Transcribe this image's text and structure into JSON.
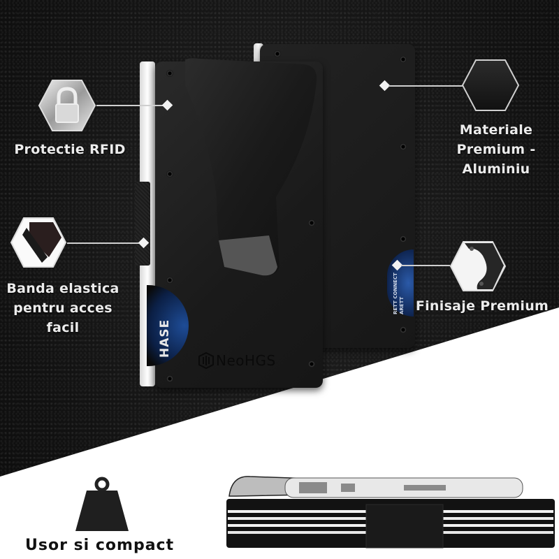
{
  "features": {
    "rfid": {
      "label": "Protectie RFID",
      "icon": "padlock-hex-icon"
    },
    "elastic": {
      "label_lines": [
        "Banda elastica",
        "pentru acces",
        "facil"
      ],
      "icon": "elastic-band-hex-icon"
    },
    "material": {
      "label_lines": [
        "Materiale",
        "Premium -",
        "Aluminiu"
      ],
      "icon": "aluminium-plate-hex-icon"
    },
    "finish": {
      "label": "Finisaje Premium",
      "icon": "clip-finish-hex-icon"
    },
    "weight": {
      "label": "Usor si compact",
      "icon": "weight-icon"
    }
  },
  "product": {
    "brand": "NeoHGS",
    "card_text_front": "HASE",
    "card_text_back_lines": [
      "RETT CONNECT",
      "ARETT"
    ]
  },
  "colors": {
    "dark_bg": "#141414",
    "light_bg": "#ffffff",
    "label_text": "#ececec",
    "bottom_text": "#111111",
    "card_accent": "#1d3f7a"
  }
}
